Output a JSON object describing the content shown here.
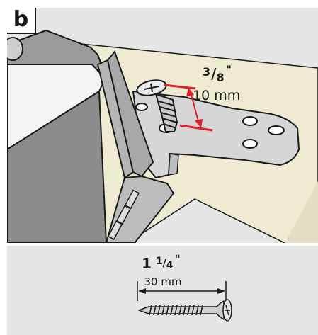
{
  "step_label": "b",
  "spacing_callout": {
    "imperial_whole": "",
    "imperial_numerator": "3",
    "imperial_denominator": "8",
    "imperial_unit": "\"",
    "metric": "10 mm"
  },
  "screw_length_callout": {
    "imperial_whole": "1",
    "imperial_numerator": "1",
    "imperial_denominator": "4",
    "imperial_unit": "\"",
    "metric": "30 mm"
  },
  "colors": {
    "panel_bg": "#e6e6e6",
    "board": "#efebd2",
    "metal": "#d6d6d6",
    "dimension_red": "#e0202a",
    "outline": "#1a1a1a"
  }
}
